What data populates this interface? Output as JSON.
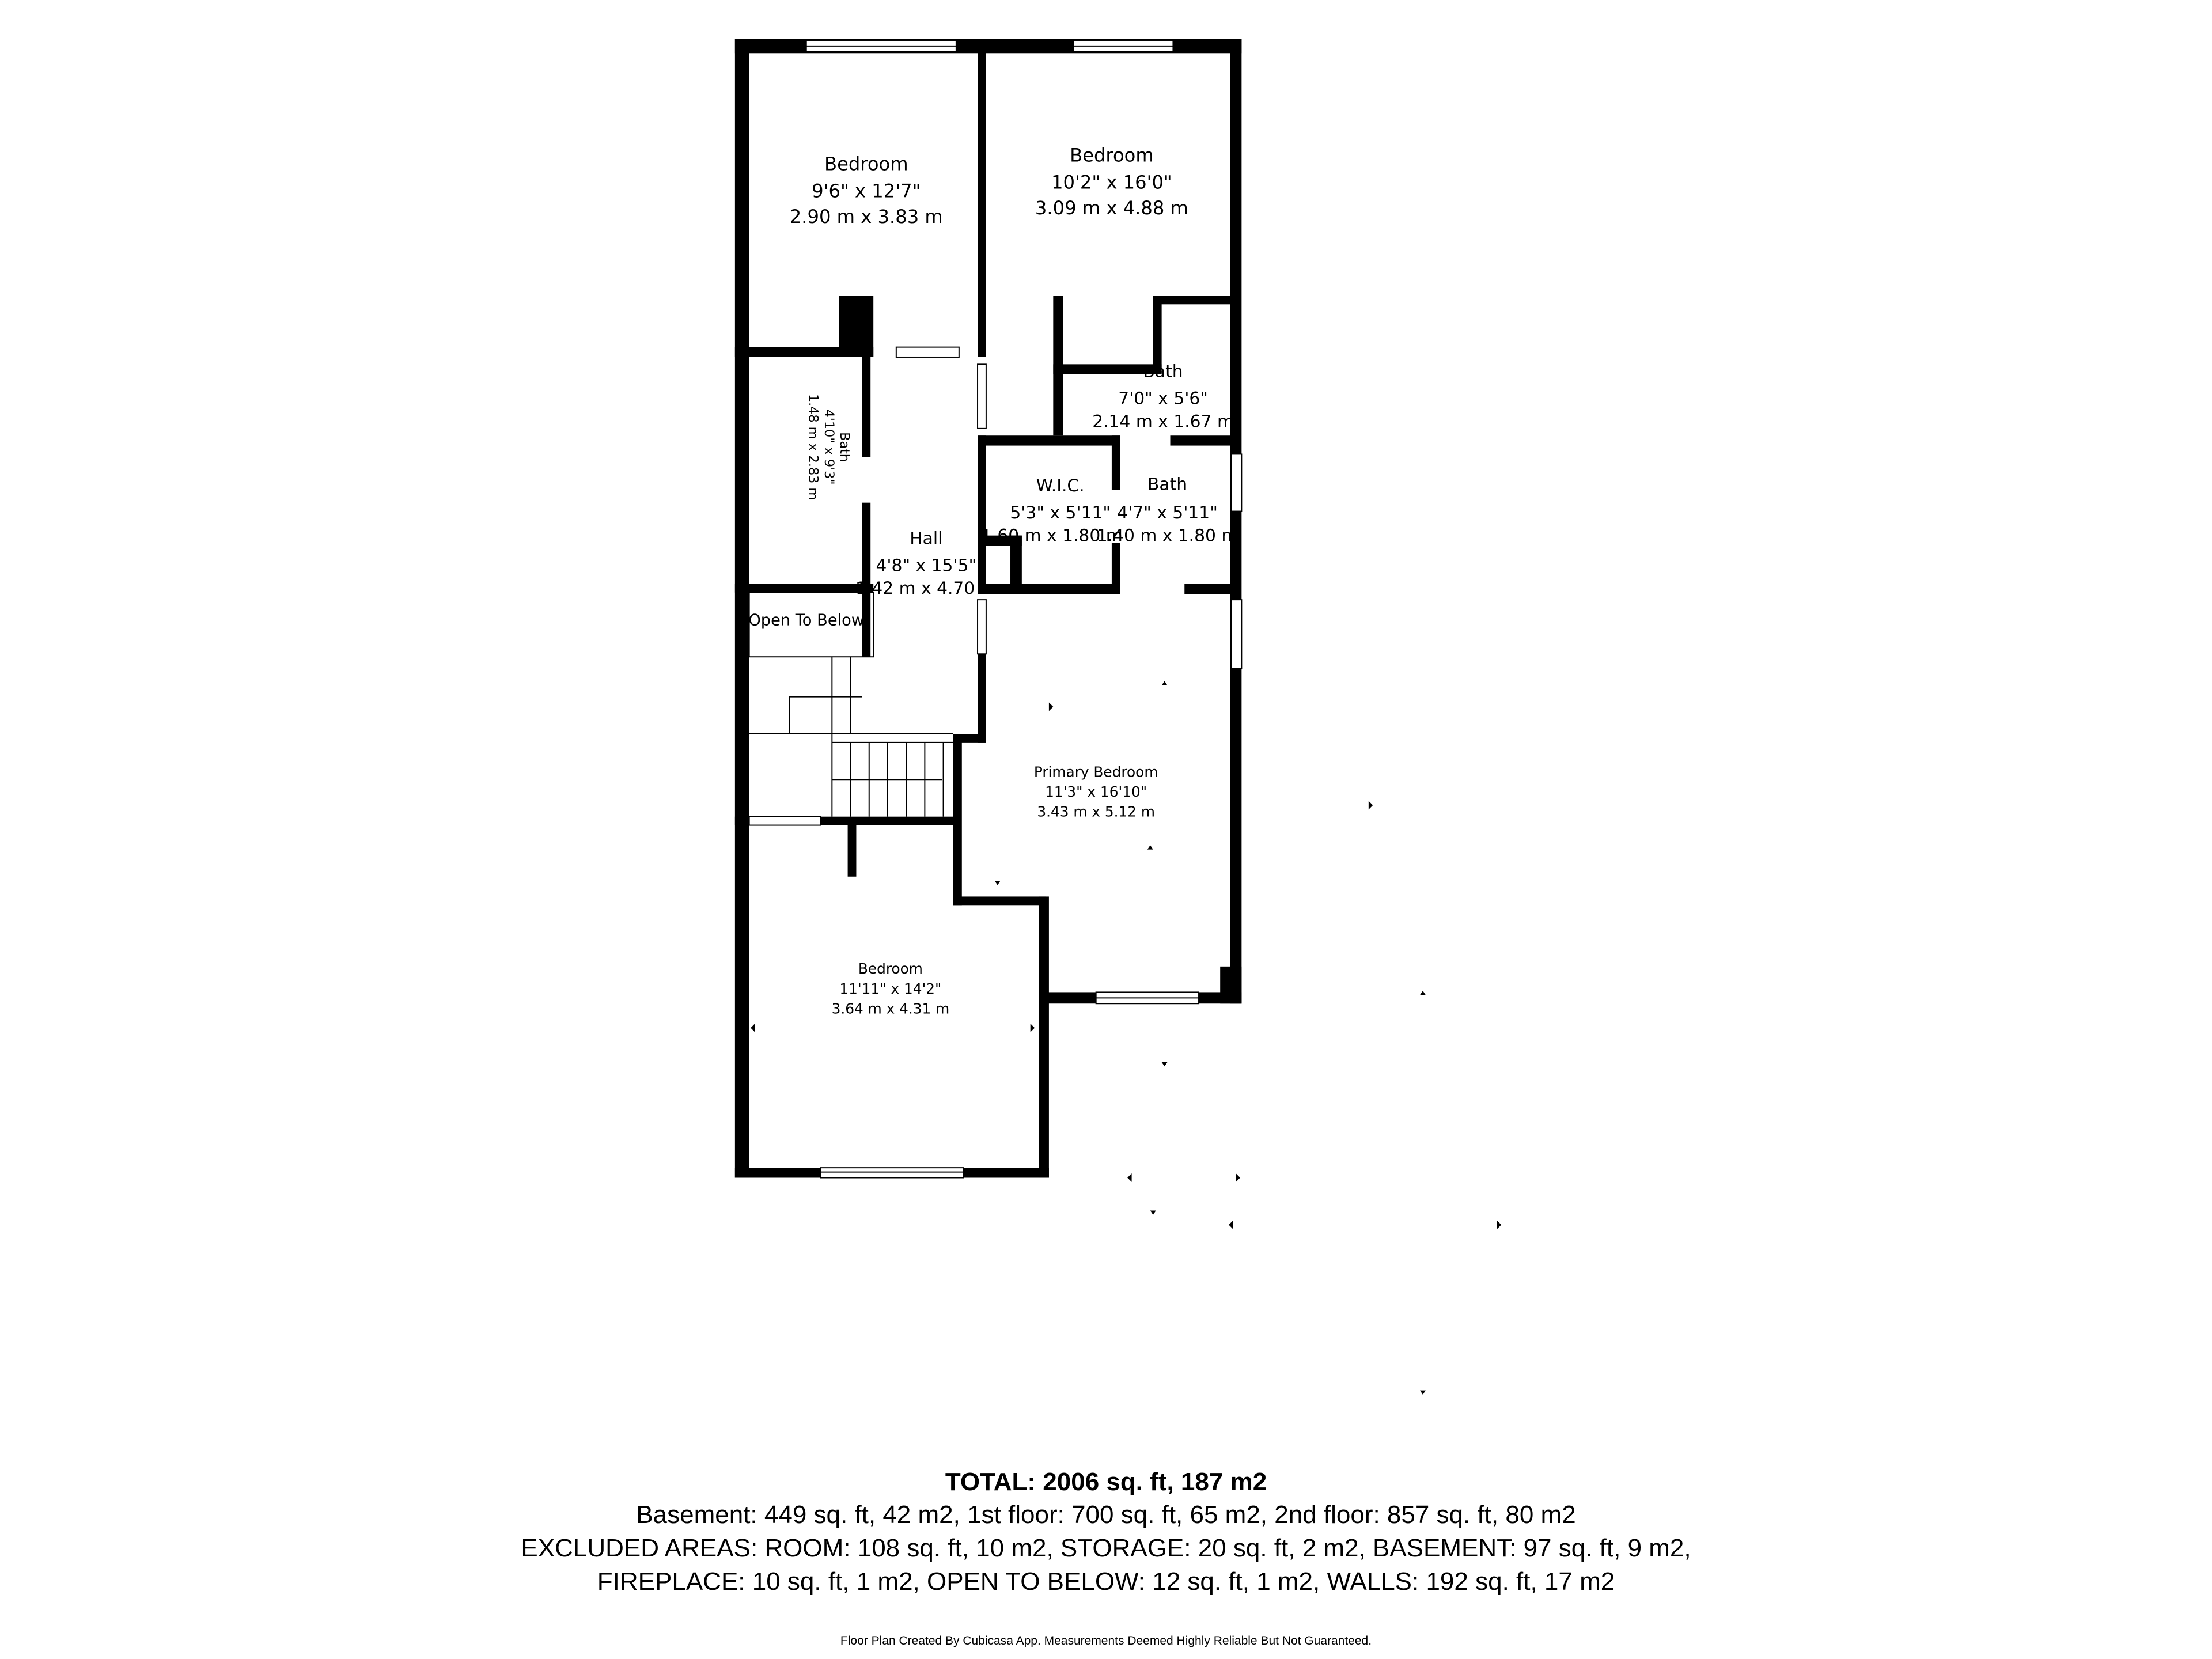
{
  "rooms": {
    "bedroom1": {
      "name": "Bedroom",
      "imperial": "9'6\" x 12'7\"",
      "metric": "2.90 m x 3.83 m"
    },
    "bedroom2": {
      "name": "Bedroom",
      "imperial": "10'2\" x 16'0\"",
      "metric": "3.09 m x 4.88 m"
    },
    "bath_upper": {
      "name": "Bath",
      "imperial": "7'0\" x 5'6\"",
      "metric": "2.14 m x 1.67 m"
    },
    "bath_left": {
      "name": "Bath",
      "imperial": "4'10\" x 9'3\"",
      "metric": "1.48 m x 2.83 m"
    },
    "wic": {
      "name": "W.I.C.",
      "imperial": "5'3\" x 5'11\"",
      "metric": "1.60 m x 1.80 m"
    },
    "bath_right": {
      "name": "Bath",
      "imperial": "4'7\" x 5'11\"",
      "metric": "1.40 m x 1.80 m"
    },
    "hall": {
      "name": "Hall",
      "imperial": "4'8\" x 15'5\"",
      "metric": "1.42 m x 4.70 m"
    },
    "open_to_below": {
      "name": "Open To Below"
    },
    "primary": {
      "name": "Primary Bedroom",
      "imperial": "11'3\" x 16'10\"",
      "metric": "3.43 m x 5.12 m"
    },
    "bedroom3": {
      "name": "Bedroom",
      "imperial": "11'11\" x 14'2\"",
      "metric": "3.64 m x 4.31 m"
    }
  },
  "summary": {
    "total": "TOTAL: 2006 sq. ft, 187 m2",
    "floors": "Basement: 449 sq. ft, 42 m2, 1st floor: 700 sq. ft, 65 m2, 2nd floor: 857 sq. ft, 80 m2",
    "excluded1": "EXCLUDED AREAS: ROOM: 108 sq. ft, 10 m2, STORAGE: 20 sq. ft, 2 m2, BASEMENT: 97 sq. ft, 9 m2,",
    "excluded2": "FIREPLACE: 10 sq. ft, 1 m2, OPEN TO BELOW: 12 sq. ft, 1 m2, WALLS: 192 sq. ft, 17 m2",
    "credit": "Floor Plan Created By Cubicasa App. Measurements Deemed Highly Reliable But Not Guaranteed."
  }
}
